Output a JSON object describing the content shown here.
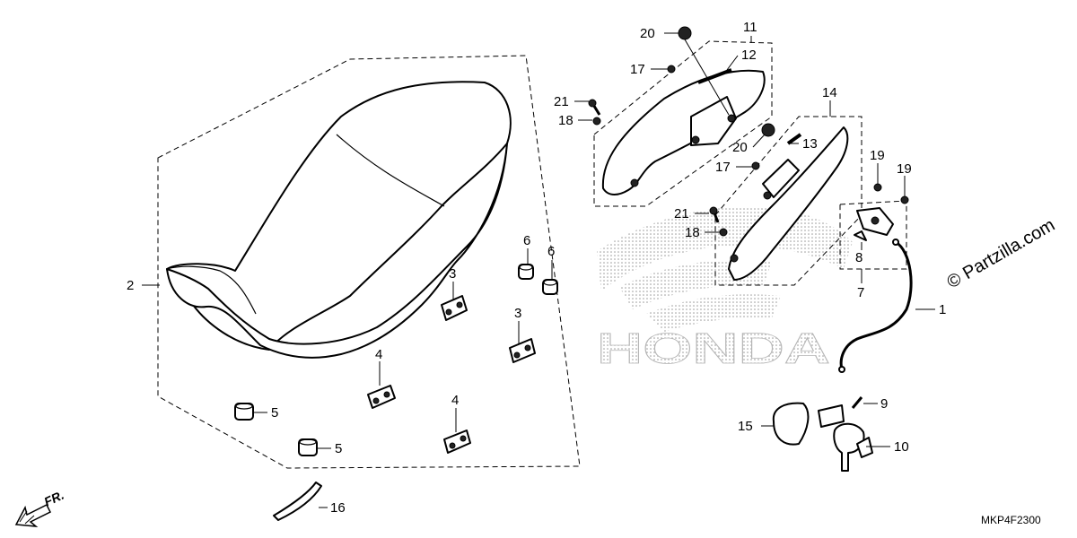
{
  "diagram": {
    "callouts": [
      {
        "id": "c1",
        "label": "1"
      },
      {
        "id": "c2",
        "label": "2"
      },
      {
        "id": "c3a",
        "label": "3"
      },
      {
        "id": "c3b",
        "label": "3"
      },
      {
        "id": "c4a",
        "label": "4"
      },
      {
        "id": "c4b",
        "label": "4"
      },
      {
        "id": "c5a",
        "label": "5"
      },
      {
        "id": "c5b",
        "label": "5"
      },
      {
        "id": "c6a",
        "label": "6"
      },
      {
        "id": "c6b",
        "label": "6"
      },
      {
        "id": "c7",
        "label": "7"
      },
      {
        "id": "c8",
        "label": "8"
      },
      {
        "id": "c9",
        "label": "9"
      },
      {
        "id": "c10",
        "label": "10"
      },
      {
        "id": "c11",
        "label": "11"
      },
      {
        "id": "c12",
        "label": "12"
      },
      {
        "id": "c13",
        "label": "13"
      },
      {
        "id": "c14",
        "label": "14"
      },
      {
        "id": "c15",
        "label": "15"
      },
      {
        "id": "c16",
        "label": "16"
      },
      {
        "id": "c17a",
        "label": "17"
      },
      {
        "id": "c17b",
        "label": "17"
      },
      {
        "id": "c18a",
        "label": "18"
      },
      {
        "id": "c18b",
        "label": "18"
      },
      {
        "id": "c19a",
        "label": "19"
      },
      {
        "id": "c19b",
        "label": "19"
      },
      {
        "id": "c20a",
        "label": "20"
      },
      {
        "id": "c20b",
        "label": "20"
      },
      {
        "id": "c21a",
        "label": "21"
      },
      {
        "id": "c21b",
        "label": "21"
      }
    ],
    "front_marker": "FR.",
    "background_logo": "HONDA",
    "diagram_code": "MKP4F2300",
    "watermark": "© Partzilla.com"
  }
}
